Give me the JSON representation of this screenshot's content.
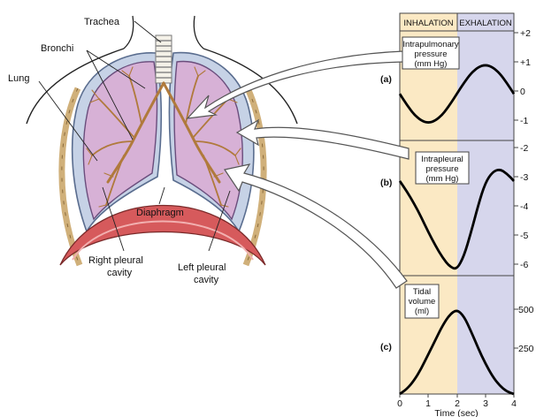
{
  "anatomy": {
    "trachea": "Trachea",
    "bronchi": "Bronchi",
    "lung": "Lung",
    "diaphragm": "Diaphragm",
    "right_pleural": [
      "Right pleural",
      "cavity"
    ],
    "left_pleural": [
      "Left pleural",
      "cavity"
    ]
  },
  "phases": {
    "inhalation": "INHALATION",
    "exhalation": "EXHALATION"
  },
  "colors": {
    "inhalation_bg": "#fbe9c4",
    "exhalation_bg": "#d6d6ec",
    "lung_fill": "#d7b1d6",
    "pleura_fill": "#c6d2e6",
    "diaphragm": "#d65a5c",
    "bronchial_tree": "#b07a3c"
  },
  "chart_data": [
    {
      "type": "line",
      "panel": "(a)",
      "series_label": [
        "Intrapulmonary",
        "pressure",
        "(mm Hg)"
      ],
      "x": [
        0,
        0.25,
        0.5,
        0.75,
        1,
        1.25,
        1.5,
        1.75,
        2,
        2.25,
        2.5,
        2.75,
        3,
        3.25,
        3.5,
        3.75,
        4
      ],
      "y": [
        0,
        -0.38,
        -0.71,
        -0.92,
        -1.0,
        -0.92,
        -0.71,
        -0.38,
        0,
        0.38,
        0.71,
        0.92,
        1.0,
        0.92,
        0.71,
        0.38,
        0
      ],
      "ylim": [
        -1.6,
        2.1
      ],
      "yticks": [
        "+2",
        "+1",
        "0",
        "-1"
      ]
    },
    {
      "type": "line",
      "panel": "(b)",
      "series_label": [
        "Intrapleural",
        "pressure",
        "(mm Hg)"
      ],
      "x": [
        0,
        0.25,
        0.5,
        0.75,
        1,
        1.25,
        1.5,
        1.75,
        2,
        2.25,
        2.5,
        2.75,
        3,
        3.25,
        3.5,
        3.75,
        4
      ],
      "y": [
        -3.0,
        -3.35,
        -3.75,
        -4.2,
        -4.7,
        -5.15,
        -5.55,
        -5.85,
        -5.95,
        -5.5,
        -4.7,
        -3.8,
        -3.05,
        -2.7,
        -2.6,
        -2.75,
        -3.0
      ],
      "ylim": [
        -6.15,
        -1.65
      ],
      "yticks": [
        "-2",
        "-3",
        "-4",
        "-5",
        "-6"
      ]
    },
    {
      "type": "line",
      "panel": "(c)",
      "series_label": [
        "Tidal",
        "volume",
        "(ml)"
      ],
      "x": [
        0,
        0.25,
        0.5,
        0.75,
        1,
        1.25,
        1.5,
        1.75,
        2,
        2.25,
        2.5,
        2.75,
        3,
        3.25,
        3.5,
        3.75,
        4
      ],
      "y": [
        0,
        30,
        80,
        150,
        235,
        320,
        405,
        470,
        500,
        460,
        370,
        270,
        180,
        105,
        50,
        15,
        0
      ],
      "ylim": [
        0,
        700
      ],
      "yticks": [
        "500",
        "250"
      ],
      "xticks": [
        "0",
        "1",
        "2",
        "3",
        "4"
      ],
      "xlabel": "Time (sec)"
    }
  ]
}
